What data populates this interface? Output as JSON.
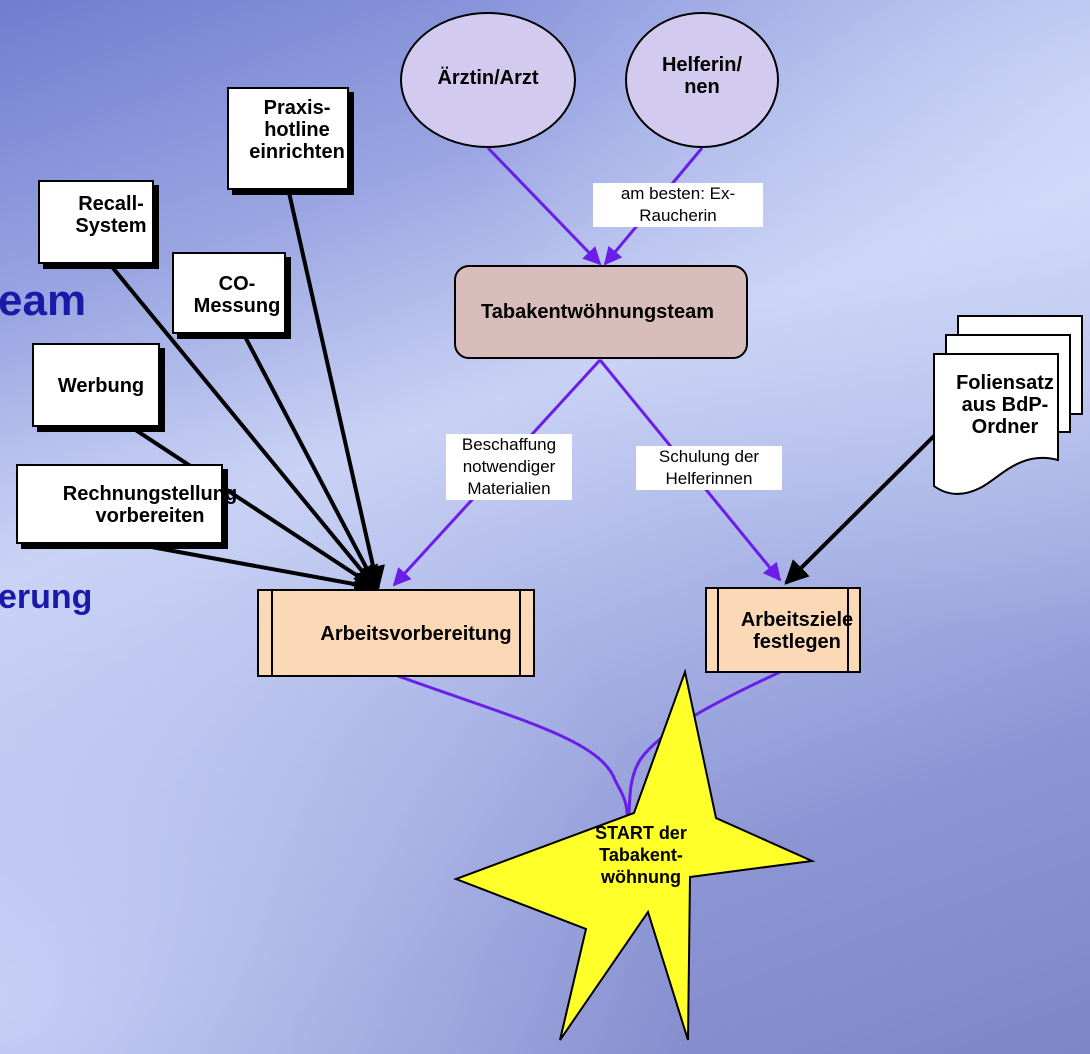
{
  "background_titles": {
    "title1": "eam",
    "title2": "erung"
  },
  "nodes": {
    "doctor": "Ärztin/Arzt",
    "assistant": "Helferin/\nnen",
    "team": "Tabakentwöhnungsteam",
    "hotline": "Praxis-\nhotline\neinrichten",
    "recall": "Recall-\nSystem",
    "co": "CO-\nMessung",
    "werbung": "Werbung",
    "rechnung": "Rechnungstellung\nvorbereiten",
    "arbeitsvorbereitung": "Arbeitsvorbereitung",
    "arbeitsziele": "Arbeitsziele\nfestlegen",
    "foliensatz": "Foliensatz\naus BdP-\nOrdner",
    "start": "START der\nTabakent-\nwöhnung"
  },
  "edge_labels": {
    "best": "am besten:  Ex-\nRaucherin",
    "beschaffung": "Beschaffung\nnotwendiger\nMaterialien",
    "schulung": "Schulung der\nHelferinnen"
  },
  "colors": {
    "arrow_blue": "#6a1ee8",
    "ellipse_fill": "#d3cbef",
    "team_fill": "#d9bcbc",
    "process_fill": "#fbd8b6",
    "star_fill": "#ffff2a",
    "title_blue": "#1a1aa8"
  }
}
